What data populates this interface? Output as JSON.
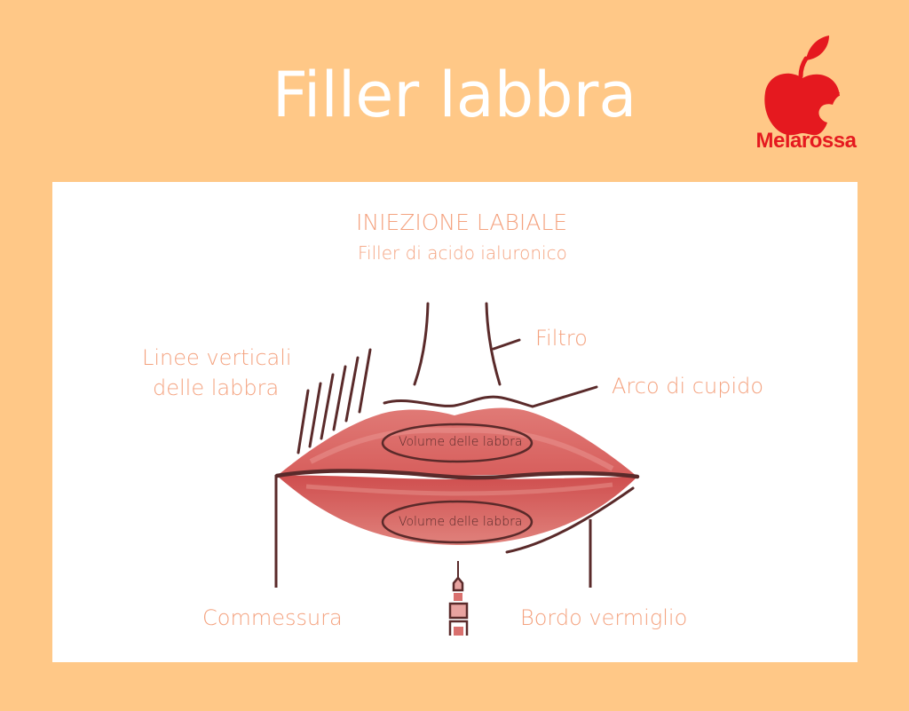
{
  "header": {
    "title": "Filler labbra",
    "brand": {
      "name": "Melarossa",
      "icon": "apple-logo-icon",
      "color": "#e5191f"
    }
  },
  "colors": {
    "background": "#ffc887",
    "panel": "#ffffff",
    "label": "#f4a27f",
    "line": "#5a2a2a",
    "lip": "#d9605f",
    "lip_light": "#e98a85"
  },
  "diagram": {
    "heading": "INIEZIONE LABIALE",
    "subheading": "Filler di acido ialuronico",
    "labels": {
      "vertical_lines": [
        "Linee verticali",
        "delle labbra"
      ],
      "philtrum": "Filtro",
      "cupids_bow": "Arco di cupido",
      "commissure": "Commessura",
      "vermilion_border": "Bordo vermiglio"
    },
    "volume_upper": "Volume delle labbra",
    "volume_lower": "Volume delle labbra",
    "syringe_icon": "syringe-icon"
  }
}
